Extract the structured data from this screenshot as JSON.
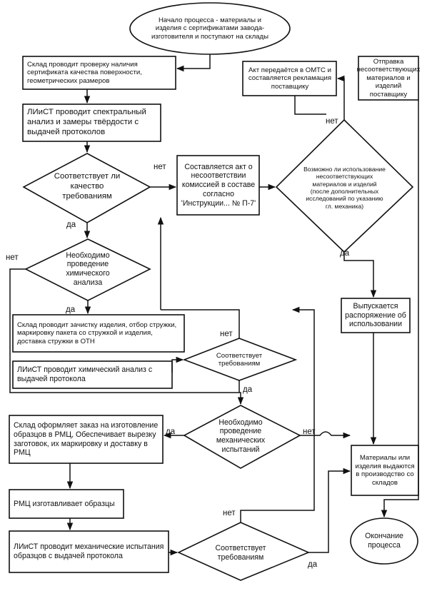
{
  "start": "Начало процесса - материалы и изделия с сертификатами завода-изготовителя и поступают на склады",
  "check_cert": "Склад проводит проверку наличия сертификата качества поверхности, геометрических размеров",
  "spectral": "ЛИиСТ проводит спектральный анализ и замеры твёрдости с выдачей протоколов",
  "q_quality": "Соответствует ли качество требованиям",
  "act_compose": "Составляется акт о несоответствии комиссией в составе согласно 'Инструкции... № П-7'",
  "q_use": "Возможно ли использование несоответствующих материалов и изделий (после дополнительных исследований по указанию гл. механика)",
  "act_omts": "Акт передаётся в ОМТС и составляется рекламация поставщику",
  "return_supplier": "Отправка несоответствующих материалов и изделий поставщику",
  "order_use": "Выпускается распоряжение об использовании",
  "q_chem": "Необходимо проведение химического анализа",
  "chip_prep": "Склад проводит зачистку изделия, отбор стружки, маркировку пакета со стружкой и изделия, доставка стружки в ОТН",
  "chem_analysis": "ЛИиСТ проводит химический анализ с выдачей протокола",
  "q_req1": "Соответствует требованиям",
  "q_mech": "Необходимо проведение механических испытаний",
  "order_samples": "Склад оформляет заказ на изготовление образцов в РМЦ, Обеспечивает вырезку заготовок, их маркировку и доставку в РМЦ",
  "rmc_samples": "РМЦ изготавливает образцы",
  "mech_tests": "ЛИиСТ проводит механические испытания образцов с выдачей протокола",
  "q_req2": "Соответствует требованиям",
  "issue": "Материалы или изделия выдаются в производство со складов",
  "end": "Окончание процесса",
  "labels": {
    "net": "нет",
    "da": "да"
  }
}
